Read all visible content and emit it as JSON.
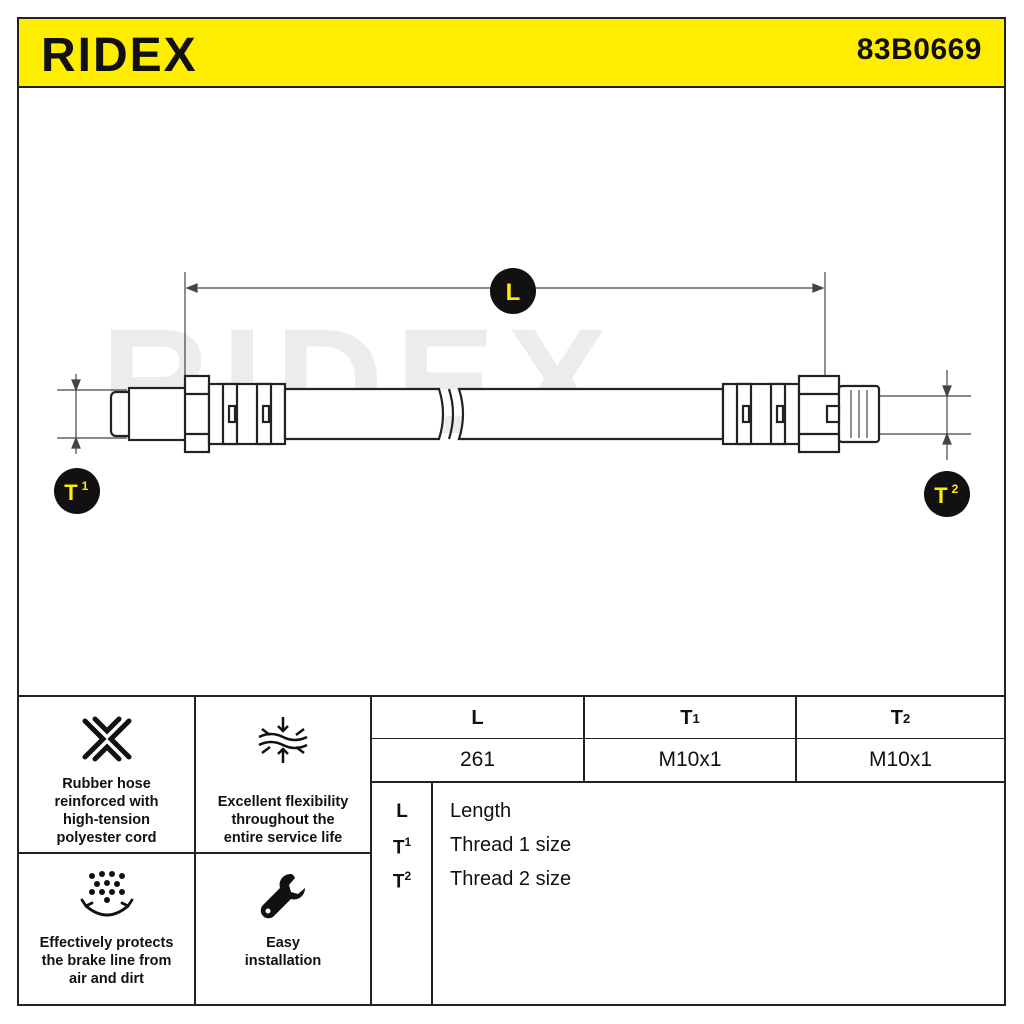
{
  "header": {
    "brand": "RIDEX",
    "part_number": "83B0669"
  },
  "drawing": {
    "dimension_labels": {
      "length": "L",
      "thread1": "T",
      "thread1_sup": "1",
      "thread2": "T",
      "thread2_sup": "2"
    },
    "watermark": "RIDEX"
  },
  "features": [
    {
      "icon": "cross-weave-icon",
      "text": [
        "Rubber hose",
        "reinforced with",
        "high-tension",
        "polyester cord"
      ]
    },
    {
      "icon": "flex-compress-icon",
      "text": [
        "Excellent flexibility",
        "throughout the",
        "entire service life"
      ]
    },
    {
      "icon": "dirt-shield-icon",
      "text": [
        "Effectively protects",
        "the brake line from",
        "air and dirt"
      ]
    },
    {
      "icon": "wrench-icon",
      "text": [
        "Easy",
        "installation"
      ]
    }
  ],
  "spec_table": {
    "headers": [
      {
        "main": "L",
        "sup": ""
      },
      {
        "main": "T",
        "sup": "1"
      },
      {
        "main": "T",
        "sup": "2"
      }
    ],
    "values": [
      "261",
      "M10x1",
      "M10x1"
    ]
  },
  "legend": [
    {
      "key": "L",
      "sup": "",
      "label": "Length"
    },
    {
      "key": "T",
      "sup": "1",
      "label": "Thread 1 size"
    },
    {
      "key": "T",
      "sup": "2",
      "label": "Thread 2 size"
    }
  ],
  "colors": {
    "brand_yellow": "#ffed00",
    "ink": "#111111",
    "watermark": "#ececec"
  }
}
